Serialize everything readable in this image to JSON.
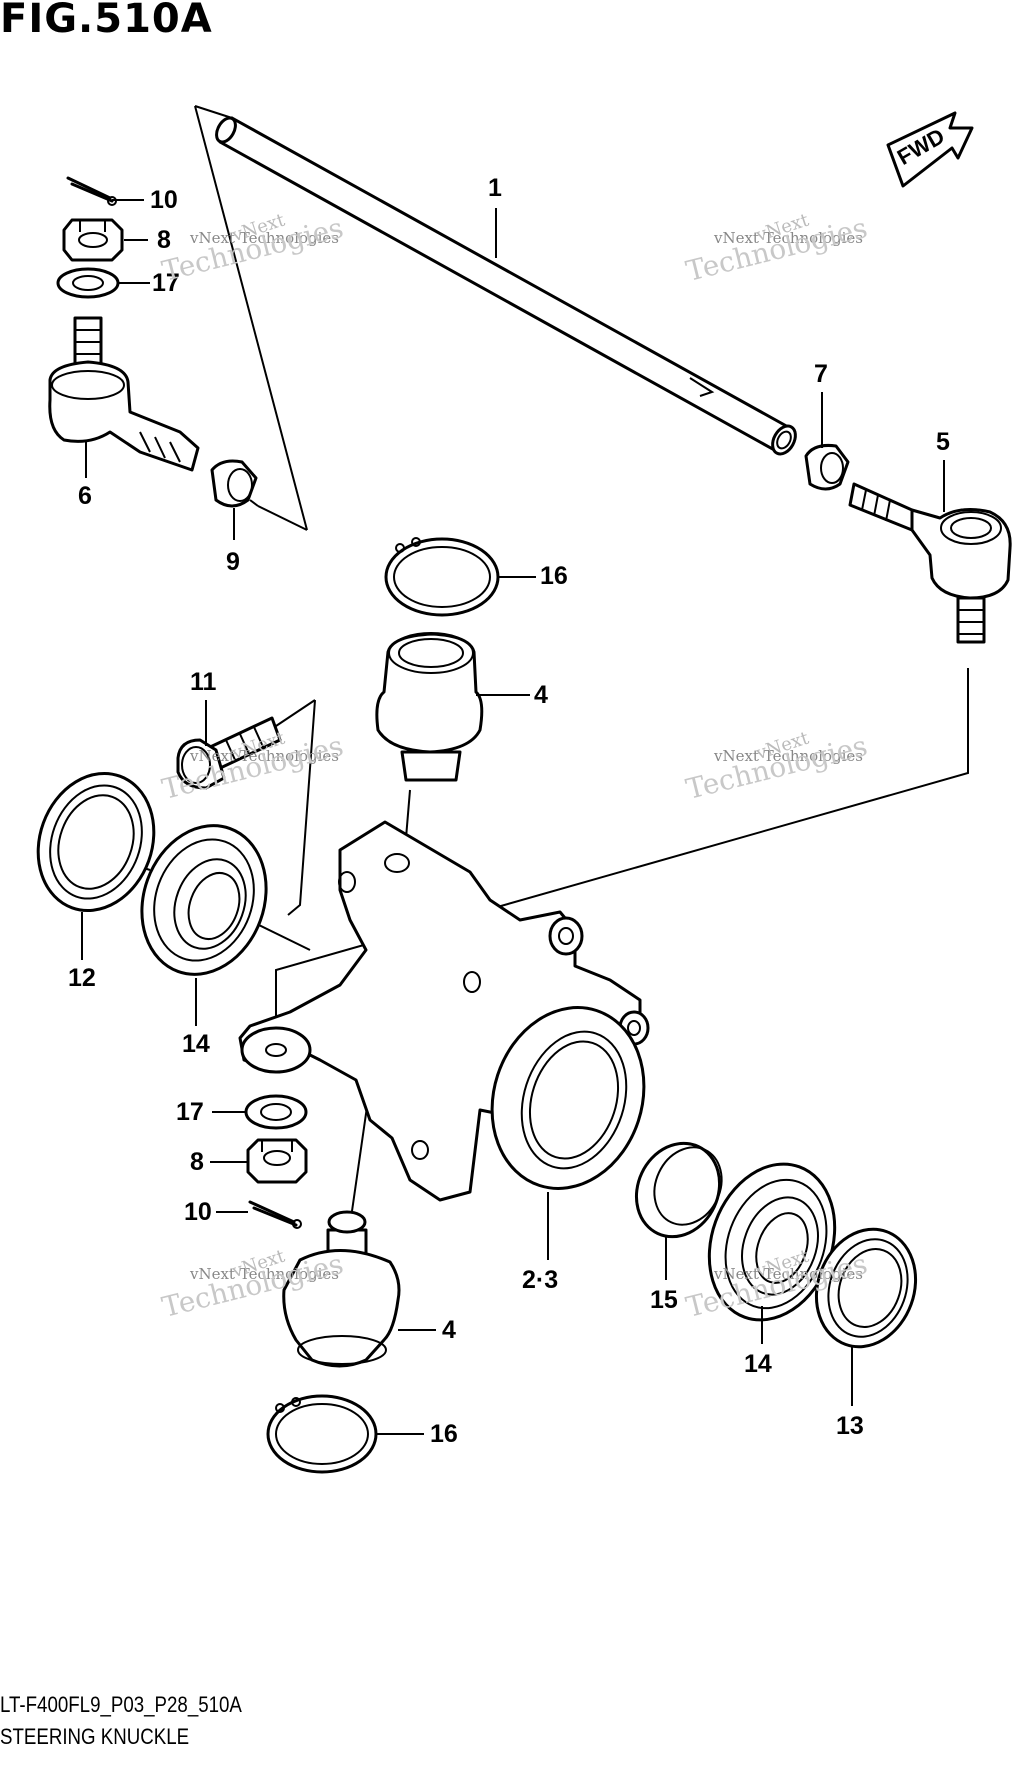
{
  "figure": {
    "title": "FIG.510A",
    "fwd_label": "FWD"
  },
  "callouts": {
    "c1": "1",
    "c10_top": "10",
    "c8_top": "8",
    "c17_top": "17",
    "c6": "6",
    "c9": "9",
    "c7": "7",
    "c5": "5",
    "c16_top": "16",
    "c4_top": "4",
    "c11": "11",
    "c12": "12",
    "c14_left": "14",
    "c17_bottom": "17",
    "c8_bottom": "8",
    "c10_bottom": "10",
    "c4_bottom": "4",
    "c16_bottom": "16",
    "c2_3": "2·3",
    "c15": "15",
    "c14_right": "14",
    "c13": "13"
  },
  "watermark": {
    "line1": "vNext",
    "line2": "vNext Technologies",
    "line3": "Technologies"
  },
  "footer": {
    "model_code": "LT-F400FL9_P03_P28_510A",
    "caption": "STEERING KNUCKLE"
  }
}
